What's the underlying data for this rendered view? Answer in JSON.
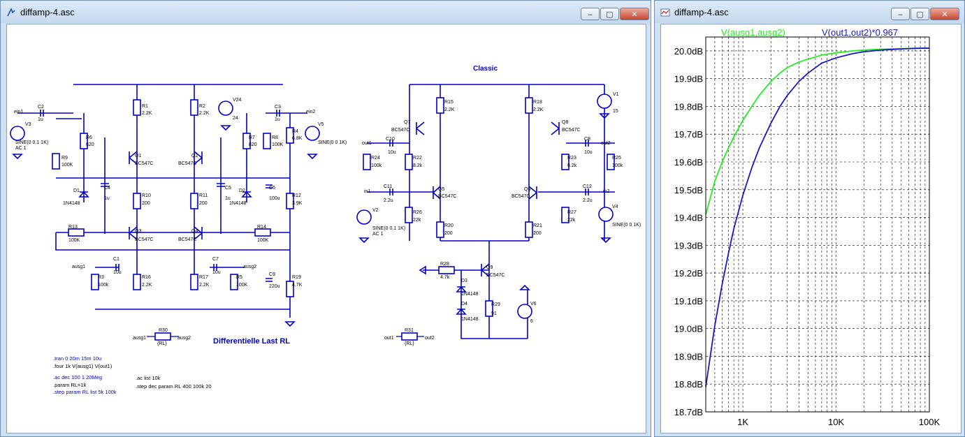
{
  "schematic_window": {
    "title": "diffamp-4.asc",
    "buttons": {
      "minimize": "‒",
      "maximize": "▢",
      "close": "✕"
    },
    "headings": {
      "classic": "Classic",
      "diff_last": "Differentielle Last RL"
    },
    "directives": [
      ".tran 0 20m 15m 10u",
      ".four 1k V(ausg1) V(out1)",
      ".ac dec 100 1 20Meg",
      ".param RL=1k",
      ".step param RL list 5k 100k",
      ".ac list 10k",
      ".step dec param RL 400 100k 20"
    ],
    "left": {
      "nets": {
        "ein1": "ein1",
        "ein2": "ein2",
        "ausg1": "ausg1",
        "ausg2": "ausg2"
      },
      "sources": {
        "V3": {
          "name": "V3",
          "value": "SINE(0 0.1 1K)",
          "ac": "AC 1"
        },
        "V5": {
          "name": "V5",
          "value": "SINE(0 0 1K)"
        },
        "V24": {
          "name": "V24",
          "value": "24"
        }
      },
      "caps": {
        "C2": {
          "name": "C2",
          "value": "1u"
        },
        "C3": {
          "name": "C3",
          "value": "1u"
        },
        "C4": {
          "name": "C4",
          "value": "1u"
        },
        "C5": {
          "name": "C5",
          "value": "1u"
        },
        "C6": {
          "name": "C6",
          "value": "100u"
        },
        "C1": {
          "name": "C1",
          "value": "10u"
        },
        "C7": {
          "name": "C7",
          "value": "10u"
        },
        "C9": {
          "name": "C9",
          "value": "220u"
        }
      },
      "resistors": {
        "R1": {
          "name": "R1",
          "value": "2.2K"
        },
        "R2": {
          "name": "R2",
          "value": "2.2K"
        },
        "R6": {
          "name": "R6",
          "value": "820"
        },
        "R7": {
          "name": "R7",
          "value": "820"
        },
        "R8": {
          "name": "R8",
          "value": "100K"
        },
        "R4": {
          "name": "R4",
          "value": "6.8K"
        },
        "R9": {
          "name": "R9",
          "value": "100K"
        },
        "R10": {
          "name": "R10",
          "value": "200"
        },
        "R11": {
          "name": "R11",
          "value": "200"
        },
        "R12": {
          "name": "R12",
          "value": "3.9K"
        },
        "R13": {
          "name": "R13",
          "value": "100K"
        },
        "R14": {
          "name": "R14",
          "value": "100K"
        },
        "R3": {
          "name": "R3",
          "value": "100k"
        },
        "R16": {
          "name": "R16",
          "value": "2.2K"
        },
        "R17": {
          "name": "R17",
          "value": "2.2K"
        },
        "R5": {
          "name": "R5",
          "value": "100K"
        },
        "R19": {
          "name": "R19",
          "value": "4.7K"
        },
        "R30": {
          "name": "R30",
          "value": "{RL}"
        }
      },
      "transistors": {
        "Q1": {
          "name": "Q1",
          "value": "BC547C"
        },
        "Q2": {
          "name": "Q2",
          "value": "BC547C"
        },
        "Q3": {
          "name": "Q3",
          "value": "BC547C"
        },
        "Q4": {
          "name": "Q4",
          "value": "BC547C"
        }
      },
      "diodes": {
        "D1": {
          "name": "D1",
          "value": "1N4148"
        },
        "D2": {
          "name": "D2",
          "value": "1N4148"
        }
      }
    },
    "right": {
      "nets": {
        "out1": "out1",
        "out2": "out2",
        "in1": "in1",
        "in2": "in2"
      },
      "sources": {
        "V1": {
          "name": "V1",
          "value": "15"
        },
        "V2": {
          "name": "V2",
          "value": "SINE(0 0.1 1K)",
          "ac": "AC 1"
        },
        "V4": {
          "name": "V4",
          "value": "SINE(0 0 1K)"
        },
        "V6": {
          "name": "V6",
          "value": "6"
        }
      },
      "caps": {
        "C10": {
          "name": "C10",
          "value": "10u"
        },
        "C8": {
          "name": "C8",
          "value": "10u"
        },
        "C11": {
          "name": "C11",
          "value": "2.2u"
        },
        "C12": {
          "name": "C12",
          "value": "2.2u"
        }
      },
      "resistors": {
        "R15": {
          "name": "R15",
          "value": "2.2K"
        },
        "R18": {
          "name": "R18",
          "value": "2.2K"
        },
        "R24": {
          "name": "R24",
          "value": "100k"
        },
        "R22": {
          "name": "R22",
          "value": "8.2k"
        },
        "R23": {
          "name": "R23",
          "value": "8.2k"
        },
        "R25": {
          "name": "R25",
          "value": "100k"
        },
        "R26": {
          "name": "R26",
          "value": "22k"
        },
        "R27": {
          "name": "R27",
          "value": "22k"
        },
        "R20": {
          "name": "R20",
          "value": "200"
        },
        "R21": {
          "name": "R21",
          "value": "200"
        },
        "R28": {
          "name": "R28",
          "value": "4.7k"
        },
        "R29": {
          "name": "R29",
          "value": "91"
        },
        "R31": {
          "name": "R31",
          "value": "{RL}"
        }
      },
      "transistors": {
        "Q7": {
          "name": "Q7",
          "value": "BC547C"
        },
        "Q8": {
          "name": "Q8",
          "value": "BC547C"
        },
        "Q5": {
          "name": "Q5",
          "value": "BC547C"
        },
        "Q6": {
          "name": "Q6",
          "value": "BC547C"
        },
        "Q9": {
          "name": "Q9",
          "value": "BC547C"
        }
      },
      "diodes": {
        "D3": {
          "name": "D3",
          "value": "1N4148"
        },
        "D4": {
          "name": "D4",
          "value": "1N4148"
        }
      }
    }
  },
  "plot_window": {
    "title": "diffamp-4.asc",
    "buttons": {
      "minimize": "‒",
      "maximize": "▢",
      "close": "✕"
    },
    "colors": {
      "trace1": "#22ee22",
      "trace2": "#1818c8",
      "axis": "#000000"
    },
    "chart_data": {
      "type": "line",
      "x_scale": "log",
      "y_scale": "linear",
      "xlim": [
        400,
        100000
      ],
      "ylim": [
        18.7,
        20.05
      ],
      "grid": true,
      "x_ticks": [
        {
          "value": 1000,
          "label": "1K"
        },
        {
          "value": 10000,
          "label": "10K"
        },
        {
          "value": 100000,
          "label": "100K"
        }
      ],
      "y_ticks": [
        {
          "value": 20.0,
          "label": "20.0dB"
        },
        {
          "value": 19.9,
          "label": "19.9dB"
        },
        {
          "value": 19.8,
          "label": "19.8dB"
        },
        {
          "value": 19.7,
          "label": "19.7dB"
        },
        {
          "value": 19.6,
          "label": "19.6dB"
        },
        {
          "value": 19.5,
          "label": "19.5dB"
        },
        {
          "value": 19.4,
          "label": "19.4dB"
        },
        {
          "value": 19.3,
          "label": "19.3dB"
        },
        {
          "value": 19.2,
          "label": "19.2dB"
        },
        {
          "value": 19.1,
          "label": "19.1dB"
        },
        {
          "value": 19.0,
          "label": "19.0dB"
        },
        {
          "value": 18.9,
          "label": "18.9dB"
        },
        {
          "value": 18.8,
          "label": "18.8dB"
        },
        {
          "value": 18.7,
          "label": "18.7dB"
        }
      ],
      "series": [
        {
          "name": "V(ausg1,ausg2)",
          "x": [
            400,
            500,
            600,
            700,
            800,
            1000,
            1250,
            1500,
            2000,
            2500,
            3000,
            4000,
            5000,
            7000,
            10000,
            15000,
            20000,
            30000,
            50000,
            70000,
            100000
          ],
          "y": [
            19.41,
            19.53,
            19.6,
            19.65,
            19.69,
            19.75,
            19.8,
            19.84,
            19.89,
            19.92,
            19.94,
            19.96,
            19.97,
            19.985,
            19.993,
            20.0,
            20.003,
            20.006,
            20.008,
            20.009,
            20.01
          ]
        },
        {
          "name": "V(out1,out2)*0.967",
          "x": [
            400,
            500,
            600,
            700,
            800,
            1000,
            1250,
            1500,
            2000,
            2500,
            3000,
            4000,
            5000,
            7000,
            10000,
            15000,
            20000,
            30000,
            50000,
            70000,
            100000
          ],
          "y": [
            18.79,
            19.01,
            19.16,
            19.27,
            19.36,
            19.48,
            19.58,
            19.65,
            19.74,
            19.8,
            19.84,
            19.89,
            19.92,
            19.956,
            19.975,
            19.99,
            19.997,
            20.003,
            20.007,
            20.009,
            20.01
          ]
        }
      ]
    }
  }
}
